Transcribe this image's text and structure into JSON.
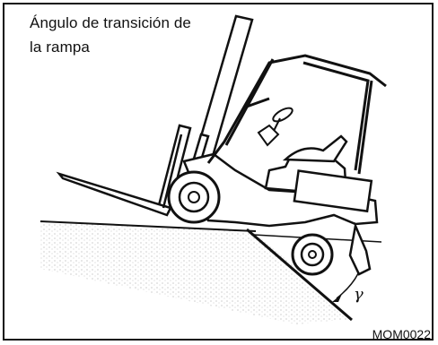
{
  "caption": {
    "line1": "Ángulo de transición de",
    "line2": "la rampa"
  },
  "figure_code": "MOM0022",
  "angle_symbol": "γ",
  "colors": {
    "ink": "#111111",
    "paper": "#ffffff",
    "stipple": "#8a8a8a"
  }
}
